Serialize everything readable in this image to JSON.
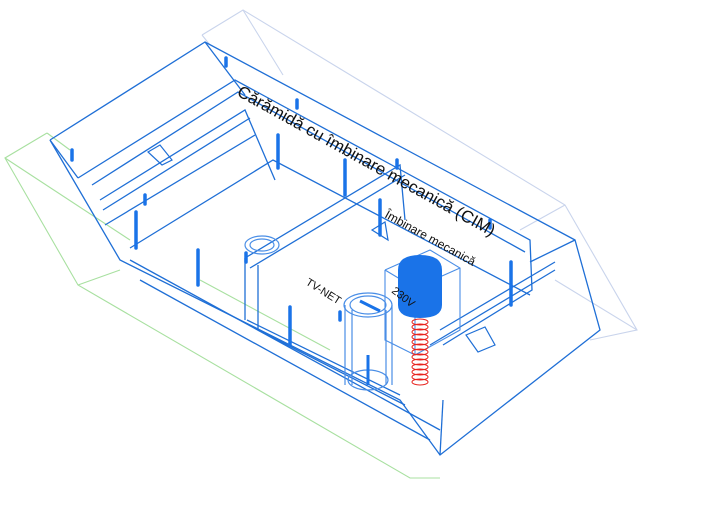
{
  "diagram": {
    "title": "Isometric wireframe of underground cable vault / manhole chamber",
    "colors": {
      "background": "#ffffff",
      "structure": "#1f6fd6",
      "structure_light": "#4a8ee6",
      "outer_shell": "#c9d4ec",
      "excavation": "#a8e0a0",
      "tank": "#1a73e8",
      "spring": "#e8231e",
      "text": "#111111"
    },
    "labels": {
      "main": "Cărămidă cu îmbinare mecanică (CIM)",
      "joint": "Îmbinare mecanică",
      "tv_net": "TV-NET",
      "power": "230V"
    },
    "components": [
      {
        "id": "excavation-outline",
        "label": "Excavation outline"
      },
      {
        "id": "outer-shell",
        "label": "Outer shell"
      },
      {
        "id": "brick-walls",
        "label": "Brick walls"
      },
      {
        "id": "divider-wall",
        "label": "Interior divider wall"
      },
      {
        "id": "pipe-tv-net",
        "label": "TV-NET conduit"
      },
      {
        "id": "pipe-230v",
        "label": "230V conduit"
      },
      {
        "id": "blue-tank",
        "label": "Blue cylinder"
      },
      {
        "id": "red-spring",
        "label": "Red spring coil"
      }
    ]
  }
}
